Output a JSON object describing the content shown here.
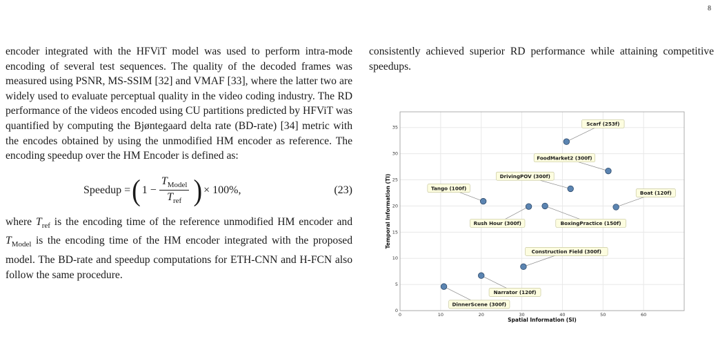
{
  "page_number": "8",
  "left_column": {
    "para1": "encoder integrated with the HFViT model was used to perform intra-mode encoding of several test sequences. The quality of the decoded frames was measured using PSNR, MS-SSIM [32] and VMAF [33], where the latter two are widely used to evaluate perceptual quality in the video coding industry. The RD performance of the videos encoded using CU partitions predicted by HFViT was quantified by computing the Bjøntegaard delta rate (BD-rate) [34] metric with the encodes obtained by using the unmodified HM encoder as reference. The encoding speedup over the HM Encoder is defined as:",
    "equation": {
      "lhs": "Speedup =",
      "one_minus": "1 −",
      "num_var": "T",
      "num_sub": "Model",
      "den_var": "T",
      "den_sub": "ref",
      "rhs": "× 100%,",
      "number": "(23)"
    },
    "para2": {
      "p1": "where ",
      "t_ref_var": "T",
      "t_ref_sub": "ref",
      "p2": " is the encoding time of the reference unmodified HM encoder and ",
      "t_model_var": "T",
      "t_model_sub": "Model",
      "p3": " is the encoding time of the HM encoder integrated with the proposed model. The BD-rate and speedup computations for ETH-CNN and H-FCN also follow the same procedure."
    }
  },
  "right_column": {
    "para1": "consistently achieved superior RD performance while attaining competitive speedups."
  },
  "chart_data": {
    "type": "scatter",
    "xlabel": "Spatial Information (SI)",
    "ylabel": "Temporal Information (TI)",
    "xlim": [
      0,
      70
    ],
    "ylim": [
      0,
      38
    ],
    "xticks": [
      "0",
      "10",
      "20",
      "30",
      "40",
      "50",
      "60"
    ],
    "yticks": [
      "0",
      "5",
      "10",
      "15",
      "20",
      "25",
      "30",
      "35"
    ],
    "grid": true,
    "point_color": "#5b84b1",
    "label_box_color": "#fdfde0",
    "points": [
      {
        "label": "Scarf (253f)",
        "x": 41,
        "y": 32.3,
        "lx": 50,
        "ly": 35.7
      },
      {
        "label": "FoodMarket2 (300f)",
        "x": 51.3,
        "y": 26.7,
        "lx": 40.5,
        "ly": 29.2
      },
      {
        "label": "DrivingPOV (300f)",
        "x": 42,
        "y": 23.3,
        "lx": 30.8,
        "ly": 25.7
      },
      {
        "label": "Tango (100f)",
        "x": 20.5,
        "y": 20.9,
        "lx": 12,
        "ly": 23.4
      },
      {
        "label": "Boat (120f)",
        "x": 53.2,
        "y": 19.8,
        "lx": 63,
        "ly": 22.5
      },
      {
        "label": "Rush Hour (300f)",
        "x": 31.7,
        "y": 19.9,
        "lx": 24,
        "ly": 16.7
      },
      {
        "label": "BoxingPractice (150f)",
        "x": 35.7,
        "y": 20,
        "lx": 47,
        "ly": 16.7
      },
      {
        "label": "Construction Field (300f)",
        "x": 30.4,
        "y": 8.4,
        "lx": 41,
        "ly": 11.3
      },
      {
        "label": "Narrator (120f)",
        "x": 20,
        "y": 6.7,
        "lx": 28.3,
        "ly": 3.5
      },
      {
        "label": "DinnerScene (300f)",
        "x": 10.8,
        "y": 4.6,
        "lx": 19.5,
        "ly": 1.2
      }
    ]
  }
}
